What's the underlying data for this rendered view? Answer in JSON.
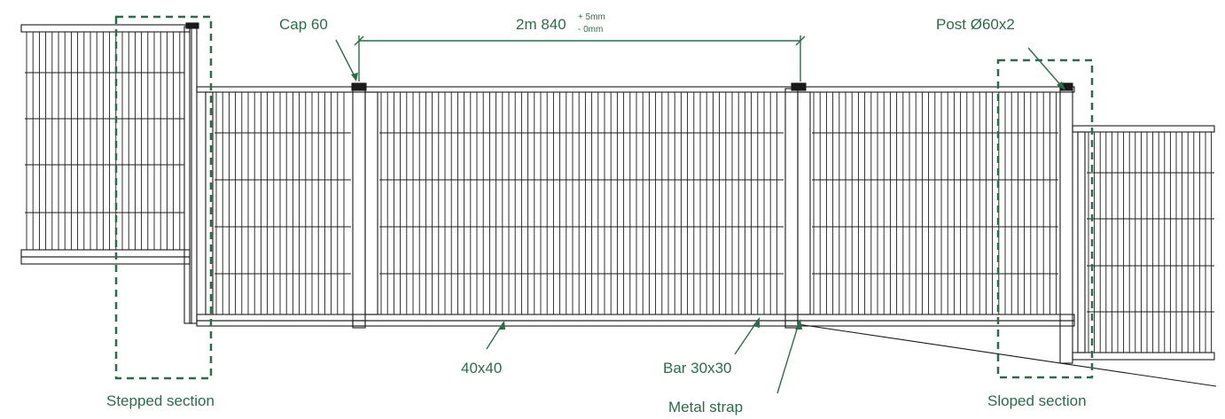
{
  "labels": {
    "cap": "Cap 60",
    "dimension_main": "2m 840",
    "dimension_plus": "+ 5mm",
    "dimension_minus": "- 0mm",
    "post": "Post Ø60x2",
    "rail": "40x40",
    "bar": "Bar 30x30",
    "strap": "Metal strap",
    "stepped": "Stepped section",
    "sloped": "Sloped section"
  },
  "colors": {
    "annotation": "#2f6b4a",
    "drawing": "#1a1a1a"
  }
}
